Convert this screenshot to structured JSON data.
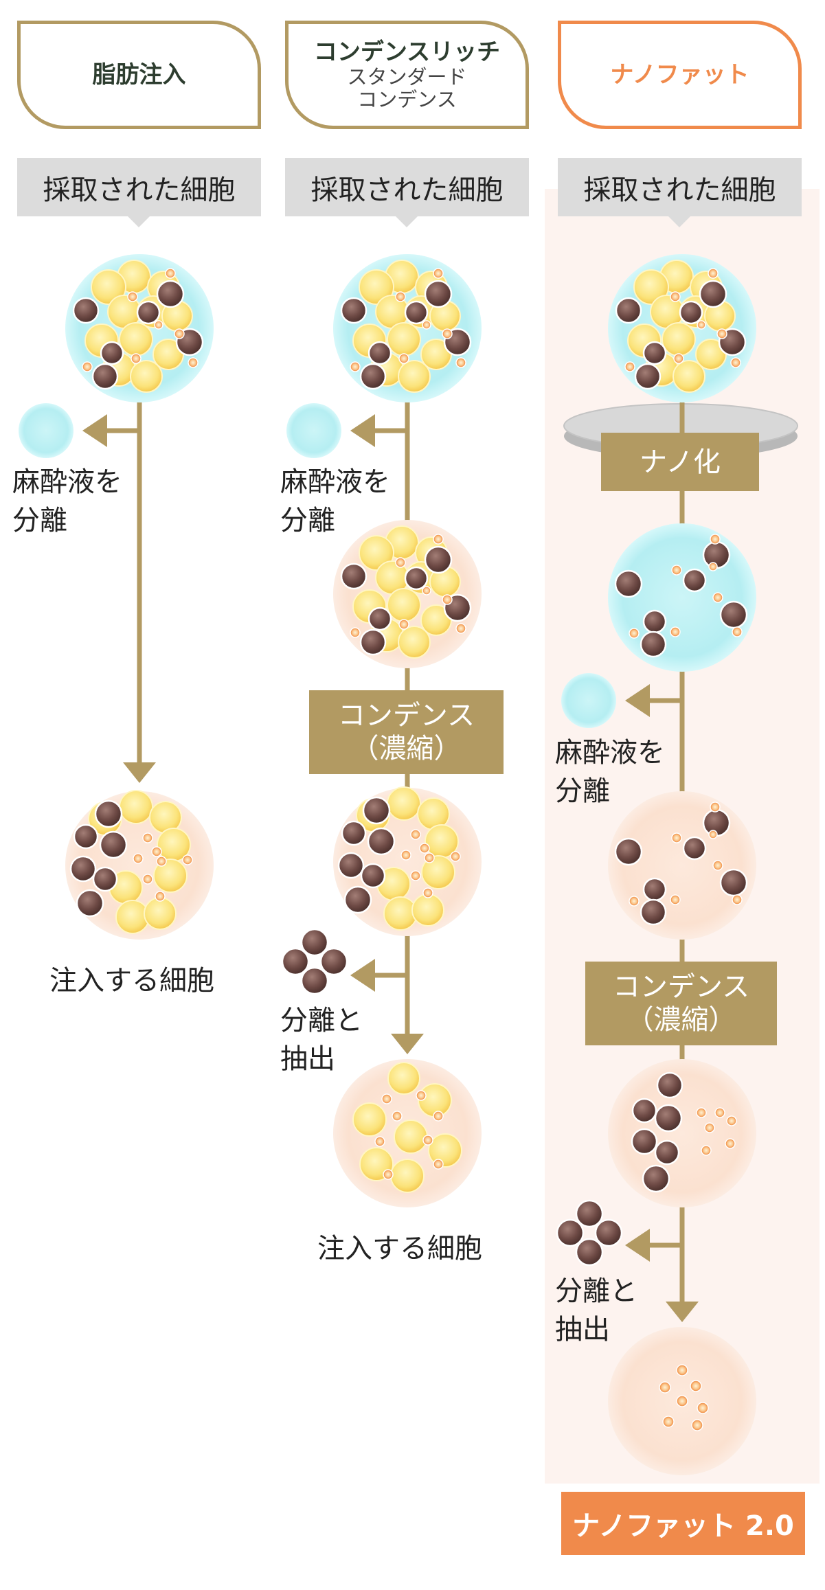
{
  "columns": [
    {
      "title": "脂肪注入",
      "collected_label": "採取された細胞",
      "separate_anesthetic_label": [
        "麻酔液を",
        "分離"
      ],
      "result_label": "注入する細胞"
    },
    {
      "title": "コンデンスリッチ",
      "subtitle": [
        "スタンダード",
        "コンデンス"
      ],
      "collected_label": "採取された細胞",
      "separate_anesthetic_label": [
        "麻酔液を",
        "分離"
      ],
      "condense_step": [
        "コンデンス",
        "（濃縮）"
      ],
      "extract_label": [
        "分離と",
        "抽出"
      ],
      "result_label": "注入する細胞"
    },
    {
      "title": "ナノファット",
      "collected_label": "採取された細胞",
      "nano_step": "ナノ化",
      "separate_anesthetic_label": [
        "麻酔液を",
        "分離"
      ],
      "condense_step": [
        "コンデンス",
        "（濃縮）"
      ],
      "extract_label": [
        "分離と",
        "抽出"
      ],
      "result_badge": "ナノファット 2.0"
    }
  ],
  "colors": {
    "gold": "#b29a62",
    "orange_accent": "#f08a4b",
    "label_gray": "#dcdcdc",
    "highlight_bg": "#fdf3ef",
    "fluid_cyan": "#ccf5f7",
    "peach": "#fbe3d3",
    "fat_yellow": "#fbe37a",
    "cell_brown": "#6e4a45",
    "stem_orange": "#f0883e"
  }
}
